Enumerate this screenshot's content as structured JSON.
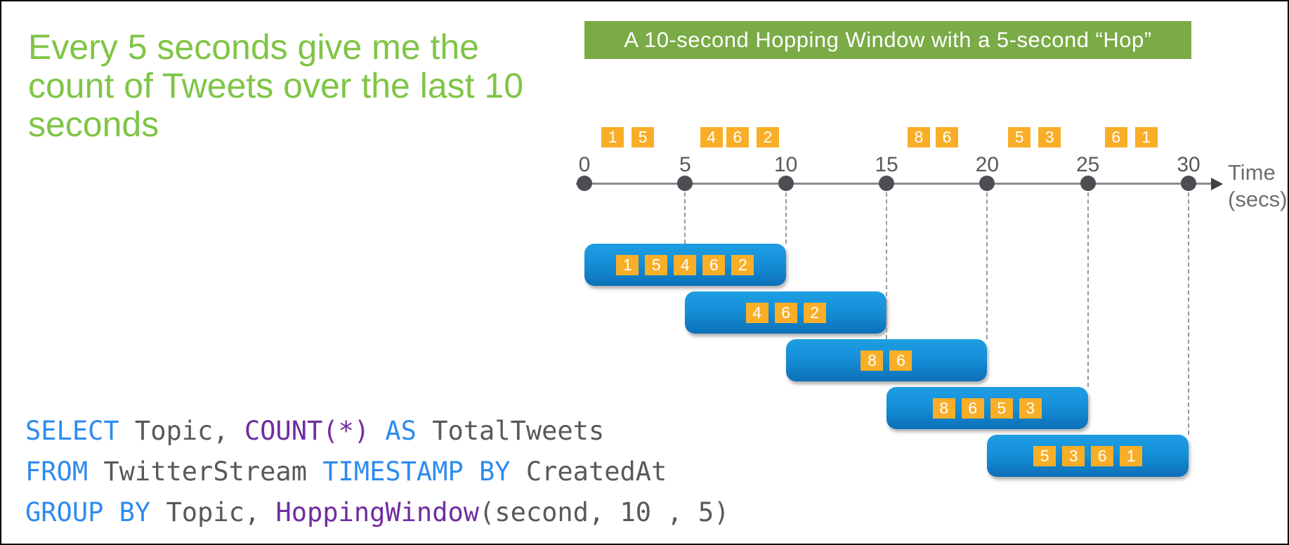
{
  "page": {
    "background": "#ffffff",
    "border_color": "#000000"
  },
  "heading": {
    "lines": [
      "Every 5 seconds give me the",
      "count of Tweets over the last 10",
      "seconds"
    ],
    "color": "#7FC545"
  },
  "banner": {
    "label": "A 10-second Hopping Window with a 5-second “Hop”",
    "bg_color": "#7AAB46",
    "text_color": "#FFFFFF"
  },
  "timeline": {
    "ticks": [
      "0",
      "5",
      "10",
      "15",
      "20",
      "25",
      "30"
    ],
    "tick_values": [
      0,
      5,
      10,
      15,
      20,
      25,
      30
    ],
    "axis_label_line1": "Time",
    "axis_label_line2": "(secs)",
    "tick_label_color": "#58595B",
    "dot_color": "#4D4E53",
    "line_color": "#8C8C8C",
    "caption_color": "#6D6E71"
  },
  "events": [
    {
      "value": "1",
      "time": 1.4
    },
    {
      "value": "5",
      "time": 2.9
    },
    {
      "value": "4",
      "time": 6.3
    },
    {
      "value": "6",
      "time": 7.6
    },
    {
      "value": "2",
      "time": 9.1
    },
    {
      "value": "8",
      "time": 16.6
    },
    {
      "value": "6",
      "time": 18.0
    },
    {
      "value": "5",
      "time": 21.6
    },
    {
      "value": "3",
      "time": 23.1
    },
    {
      "value": "6",
      "time": 26.4
    },
    {
      "value": "1",
      "time": 27.9
    }
  ],
  "event_style": {
    "bg": "#F9AE28",
    "text": "#FFFFFF"
  },
  "windows": [
    {
      "start": 0,
      "end": 10,
      "events": [
        "1",
        "5",
        "4",
        "6",
        "2"
      ]
    },
    {
      "start": 5,
      "end": 15,
      "events": [
        "4",
        "6",
        "2"
      ]
    },
    {
      "start": 10,
      "end": 20,
      "events": [
        "8",
        "6"
      ]
    },
    {
      "start": 15,
      "end": 25,
      "events": [
        "8",
        "6",
        "5",
        "3"
      ]
    },
    {
      "start": 20,
      "end": 30,
      "events": [
        "5",
        "3",
        "6",
        "1"
      ]
    }
  ],
  "window_style": {
    "gradient_top": "#1E9EE3",
    "gradient_mid": "#1590D9",
    "gradient_bottom": "#0C70B8"
  },
  "sql": {
    "colors": {
      "kw": "#2E8BF0",
      "fn": "#6F2DA0",
      "plain": "#595959"
    },
    "lines": [
      [
        {
          "t": "SELECT",
          "c": "kw"
        },
        {
          "t": " Topic, ",
          "c": "plain"
        },
        {
          "t": "COUNT(*)",
          "c": "fn"
        },
        {
          "t": " AS ",
          "c": "kw"
        },
        {
          "t": "TotalTweets",
          "c": "plain"
        }
      ],
      [
        {
          "t": "FROM",
          "c": "kw"
        },
        {
          "t": " TwitterStream ",
          "c": "plain"
        },
        {
          "t": "TIMESTAMP BY",
          "c": "kw"
        },
        {
          "t": " CreatedAt",
          "c": "plain"
        }
      ],
      [
        {
          "t": "GROUP BY",
          "c": "kw"
        },
        {
          "t": " Topic, ",
          "c": "plain"
        },
        {
          "t": "HoppingWindow",
          "c": "fn"
        },
        {
          "t": "(second, 10 , 5)",
          "c": "plain"
        }
      ]
    ]
  }
}
